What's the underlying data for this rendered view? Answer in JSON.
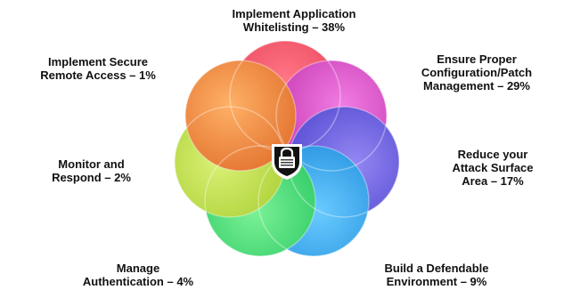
{
  "segments": [
    {
      "id": "top",
      "line1": "Implement Application",
      "line2": "Whitelisting – 38%",
      "color": "#e8344f"
    },
    {
      "id": "top-right",
      "line1": "Ensure Proper",
      "line2": "Configuration/Patch",
      "line3": "Management – 29%",
      "color": "#d63fbe"
    },
    {
      "id": "right",
      "line1": "Reduce your",
      "line2": "Attack Surface",
      "line3": "Area – 17%",
      "color": "#5a4fdc"
    },
    {
      "id": "bottom-right",
      "line1": "Build a Defendable",
      "line2": "Environment – 9%",
      "color": "#1f9be6"
    },
    {
      "id": "bottom-left",
      "line1": "Manage",
      "line2": "Authentication – 4%",
      "color": "#2ed86a"
    },
    {
      "id": "left",
      "line1": "Monitor and",
      "line2": "Respond – 2%",
      "color": "#b9dc3a"
    },
    {
      "id": "top-left",
      "line1": "Implement Secure",
      "line2": "Remote Access – 1%",
      "color": "#e8822c"
    }
  ],
  "center_icon": "lock-shield-icon"
}
